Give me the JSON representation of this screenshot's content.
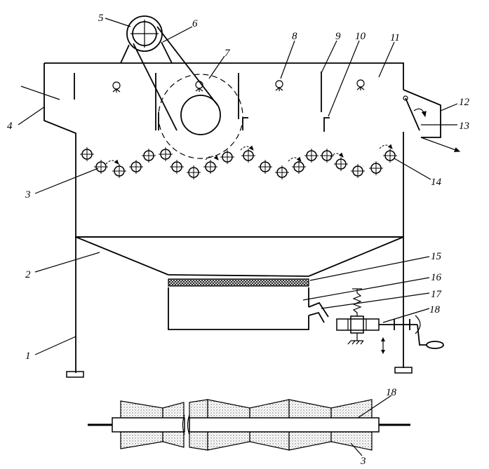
{
  "labels": {
    "l1": "1",
    "l2": "2",
    "l3": "3",
    "l4": "4",
    "l5": "5",
    "l6": "6",
    "l7": "7",
    "l8": "8",
    "l9": "9",
    "l10": "10",
    "l11": "11",
    "l12": "12",
    "l13": "13",
    "l14": "14",
    "l15": "15",
    "l16": "16",
    "l17": "17",
    "l18": "18",
    "l18b": "18",
    "l3b": "3"
  },
  "colors": {
    "line": "#000000",
    "background": "#ffffff",
    "stipple": "#9a9a9a"
  }
}
